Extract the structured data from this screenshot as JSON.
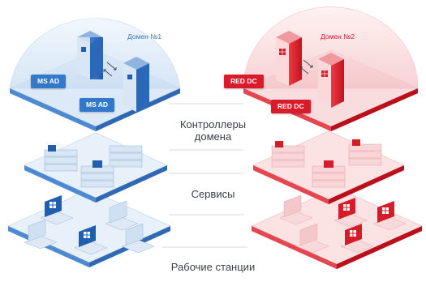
{
  "left_domain": {
    "title": "Домен №1",
    "controller_badge_1": "MS AD",
    "controller_badge_2": "MS AD",
    "accent": "#3478c9"
  },
  "right_domain": {
    "title": "Домен №2",
    "controller_badge_1": "RED DC",
    "controller_badge_2": "RED DC",
    "accent": "#d91a2a"
  },
  "layers": {
    "controllers_line1": "Контроллеры",
    "controllers_line2": "домена",
    "services": "Сервисы",
    "workstations": "Рабочие станции"
  },
  "icons": {
    "server": "server-tower-icon",
    "service_stack": "server-stack-icon",
    "workstation": "laptop-icon",
    "window": "windows-logo-icon",
    "arrows": "sync-arrows-icon"
  }
}
